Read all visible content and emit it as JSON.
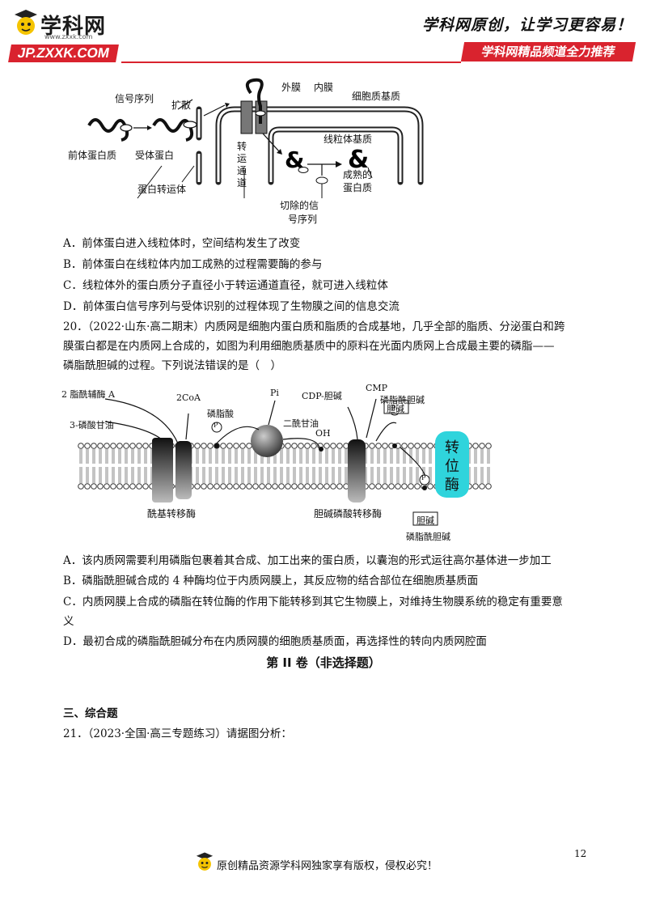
{
  "header": {
    "logo_text": "学科网",
    "logo_url": "www.zxxk.com",
    "jp_badge": "JP.ZXXK.COM",
    "slogan": "学科网原创，让学习更容易！",
    "recommend_badge": "学科网精品频道全力推荐"
  },
  "figure1": {
    "labels": {
      "signal_seq": "信号序列",
      "diffuse": "扩散",
      "outer_membrane": "外膜",
      "inner_membrane": "内膜",
      "cytoplasm_matrix": "细胞质基质",
      "mito_matrix": "线粒体基质",
      "precursor": "前体蛋白质",
      "receptor": "受体蛋白",
      "channel_1": "转",
      "channel_2": "运",
      "channel_3": "通",
      "channel_4": "道",
      "transporter": "蛋白转运体",
      "mature_1": "成熟的",
      "mature_2": "蛋白质",
      "cut_1": "切除的信",
      "cut_2": "号序列"
    }
  },
  "q19_options": [
    "A．前体蛋白进入线粒体时，空间结构发生了改变",
    "B．前体蛋白在线粒体内加工成熟的过程需要酶的参与",
    "C．线粒体外的蛋白质分子直径小于转运通道直径，就可进入线粒体",
    "D．前体蛋白信号序列与受体识别的过程体现了生物膜之间的信息交流"
  ],
  "q20": {
    "line1": "20．（2022·山东·高二期末）内质网是细胞内蛋白质和脂质的合成基地，几乎全部的脂质、分泌蛋白和跨",
    "line2": "膜蛋白都是在内质网上合成的，如图为利用细胞质基质中的原料在光面内质网上合成最主要的磷脂——",
    "line3": "磷脂酰胆碱的过程。下列说法错误的是（　）"
  },
  "figure2": {
    "labels": {
      "acyl_coa": "2 脂酰辅酶 A",
      "coa": "2CoA",
      "pa": "磷脂酸",
      "pi": "Pi",
      "cdp": "CDP-胆碱",
      "cmp": "CMP",
      "pc_top": "磷脂酰胆碱",
      "choline_top": "胆碱",
      "g3p": "3-磷酸甘油",
      "dag": "二酰甘油",
      "oh": "OH",
      "p": "P",
      "flip_1": "转",
      "flip_2": "位",
      "flip_3": "酶",
      "acyltransferase": "酰基转移酶",
      "choline_pt": "胆碱磷酸转移酶",
      "choline_bottom": "胆碱",
      "pc_bottom": "磷脂酰胆碱"
    }
  },
  "q20_options": {
    "a": "A．该内质网需要利用磷脂包裹着其合成、加工出来的蛋白质，以囊泡的形式运往高尔基体进一步加工",
    "b": "B．磷脂酰胆碱合成的 4 种酶均位于内质网膜上，其反应物的结合部位在细胞质基质面",
    "c1": "C．内质网膜上合成的磷脂在转位酶的作用下能转移到其它生物膜上，对维持生物膜系统的稳定有重要意",
    "c2": "义",
    "d": "D．最初合成的磷脂酰胆碱分布在内质网膜的细胞质基质面，再选择性的转向内质网腔面"
  },
  "part2_title": "第 II 卷（非选择题）",
  "section3_title": "三、综合题",
  "q21": "21．（2023·全国·高三专题练习）请据图分析：",
  "footer": {
    "text": "原创精品资源学科网独家享有版权，侵权必究！",
    "page_number": "12"
  },
  "colors": {
    "brand_red": "#d9232e",
    "flippase_cyan": "#2fd4dc"
  }
}
